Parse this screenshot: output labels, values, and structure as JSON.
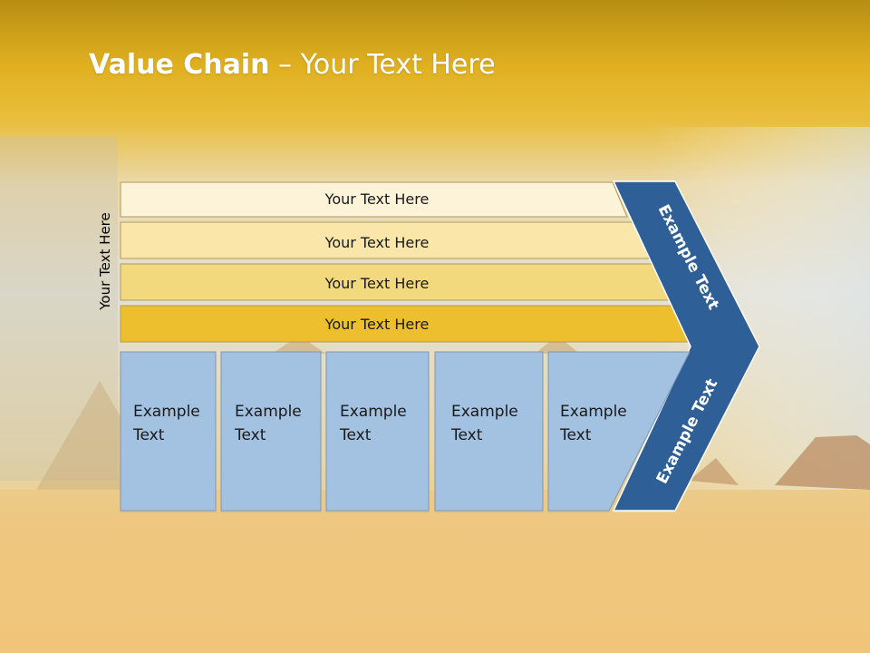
{
  "slide": {
    "title_bold": "Value Chain",
    "title_rest": " – Your Text Here",
    "side_label": "Your Text Here"
  },
  "support_rows": [
    {
      "label": "Your Text Here",
      "color": "#FCF3D9"
    },
    {
      "label": "Your Text Here",
      "color": "#F9E6A8"
    },
    {
      "label": "Your Text Here",
      "color": "#F3D97E"
    },
    {
      "label": "Your Text Here",
      "color": "#EDBE2E"
    }
  ],
  "primary_boxes": [
    {
      "line1": "Example",
      "line2": "Text"
    },
    {
      "line1": "Example",
      "line2": "Text"
    },
    {
      "line1": "Example",
      "line2": "Text"
    },
    {
      "line1": "Example",
      "line2": "Text"
    },
    {
      "line1": "Example",
      "line2": "Text"
    }
  ],
  "chevron": {
    "upper_label": "Example Text",
    "lower_label": "Example Text",
    "color": "#2E5F96",
    "box_color": "#A3C1E0"
  }
}
